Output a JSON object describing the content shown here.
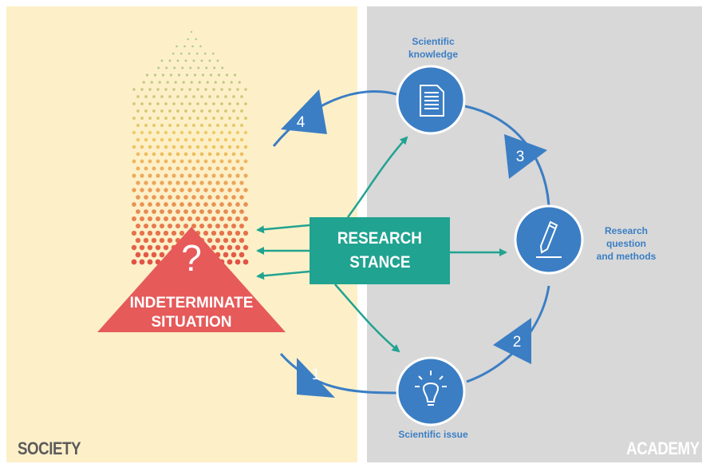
{
  "regions": {
    "society": "SOCIETY",
    "academy": "ACADEMY"
  },
  "center": {
    "line1": "RESEARCH",
    "line2": "STANCE"
  },
  "indeterminate": {
    "symbol": "?",
    "line1": "INDETERMINATE",
    "line2": "SITUATION"
  },
  "nodes": {
    "knowledge": {
      "line1": "Scientific",
      "line2": "knowledge",
      "icon": "document-icon"
    },
    "research_question": {
      "line1": "Research",
      "line2": "question",
      "line3": "and methods",
      "icon": "pencil-icon"
    },
    "issue": {
      "line1": "Scientific issue",
      "icon": "lightbulb-icon"
    }
  },
  "steps": [
    "1",
    "2",
    "3",
    "4"
  ],
  "colors": {
    "society_bg": "#fdf0c8",
    "academy_bg": "#d8d8d8",
    "blue": "#3b7ec4",
    "teal": "#21a391",
    "red": "#e65a5a"
  }
}
